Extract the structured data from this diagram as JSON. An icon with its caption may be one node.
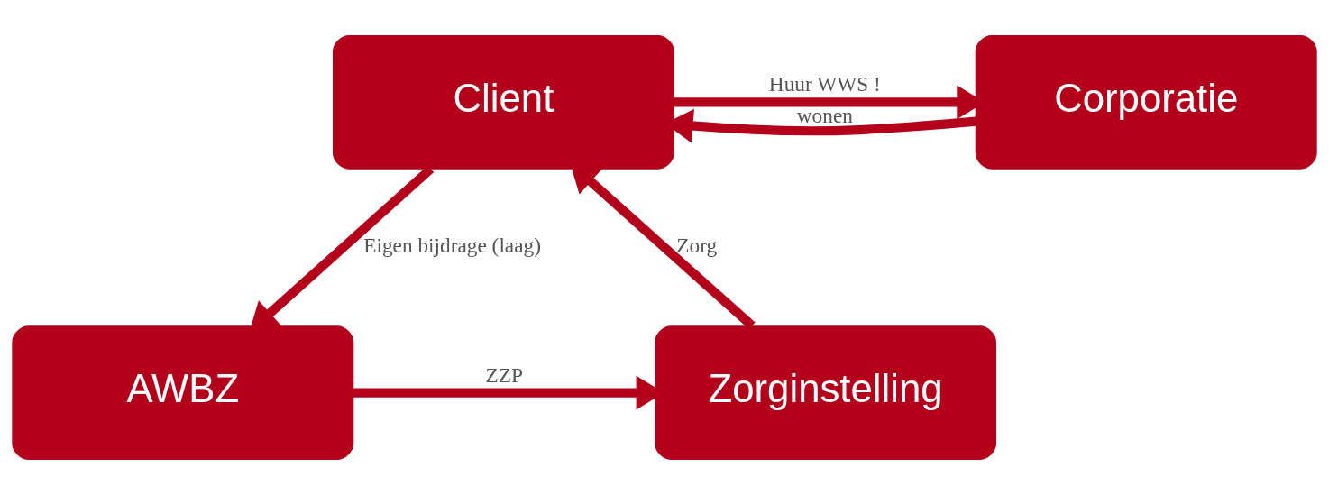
{
  "diagram": {
    "nodes": [
      {
        "text": [
          "Client"
        ]
      },
      {
        "text": [
          "Corporatie"
        ]
      },
      {
        "text": [
          "AWBZ"
        ]
      },
      {
        "text": [
          "Zorginstelling"
        ]
      }
    ],
    "edges": [
      {
        "from": 1,
        "to": 0,
        "arrow": "to",
        "label": "wonen"
      },
      {
        "from": 0,
        "to": 1,
        "arrow": "to",
        "label": "Huur WWS !"
      },
      {
        "from": 0,
        "to": 2,
        "arrow": "to",
        "label": "Eigen bijdrage (laag)"
      },
      {
        "from": 2,
        "to": 3,
        "arrow": "to",
        "label": "ZZP"
      },
      {
        "from": 3,
        "to": 0,
        "arrow": "to",
        "label": "Zorg"
      }
    ]
  }
}
